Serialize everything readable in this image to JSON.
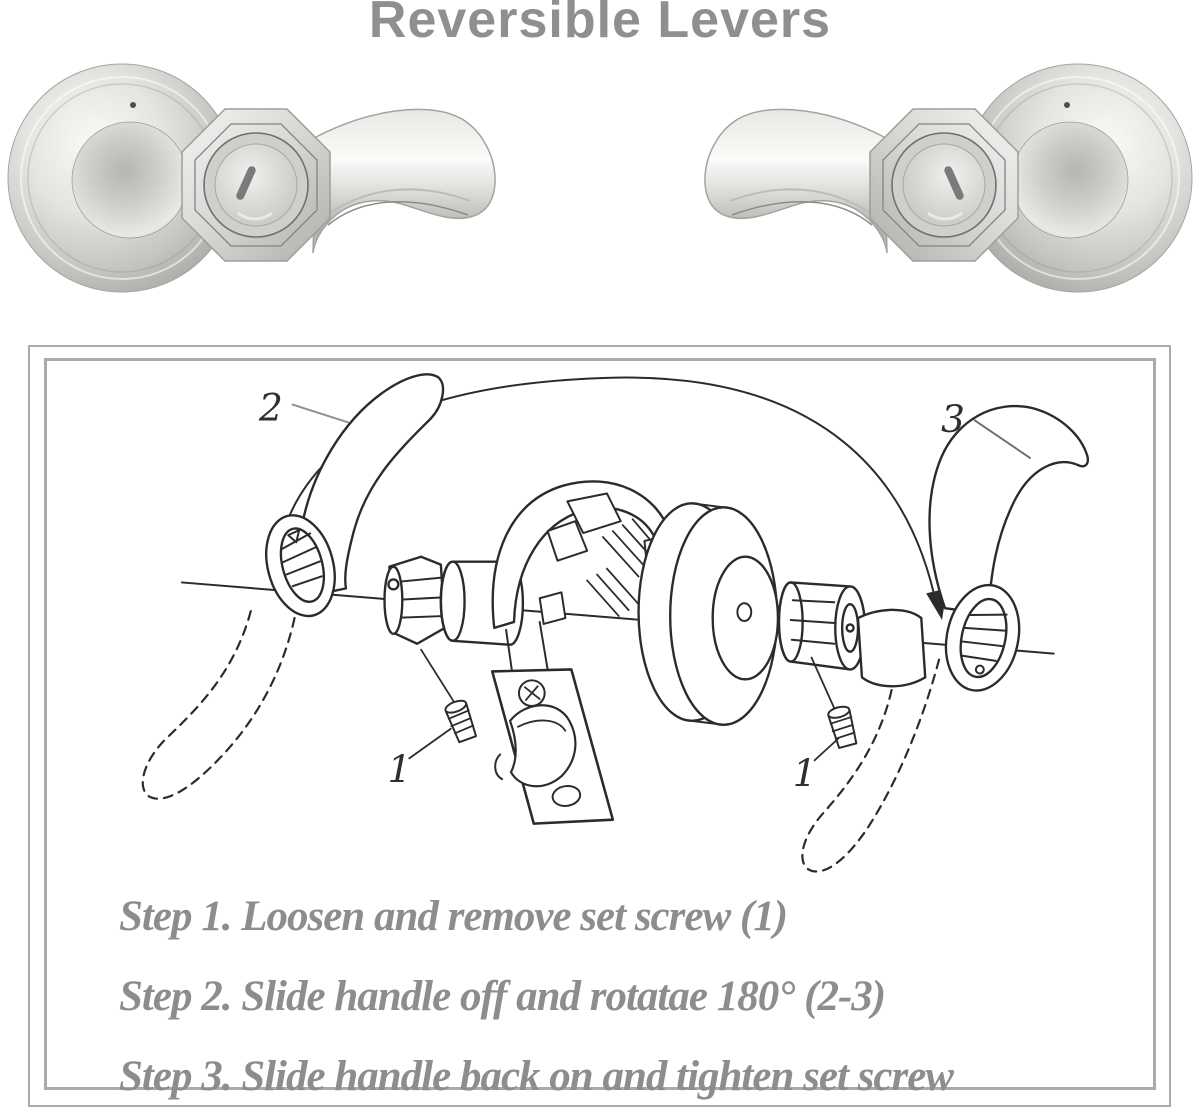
{
  "title": "Reversible Levers",
  "instruction_box": {
    "callouts": {
      "left_lever": "2",
      "right_lever": "3",
      "left_set_screw": "1",
      "right_set_screw": "1"
    },
    "steps": [
      "Step 1. Loosen and remove set screw (1)",
      "Step 2. Slide handle off and rotatae 180° (2-3)",
      "Step 3. Slide handle back on and tighten set screw"
    ]
  },
  "colors": {
    "title_gray": "#8f8f8d",
    "step_text_gray": "#8d8d8d",
    "box_border_gray": "#aaaaaa",
    "line_art": "#2b2b2b",
    "nickel_light": "#f5f5f3",
    "nickel_mid": "#c7c7c4",
    "nickel_dark": "#93938f"
  }
}
